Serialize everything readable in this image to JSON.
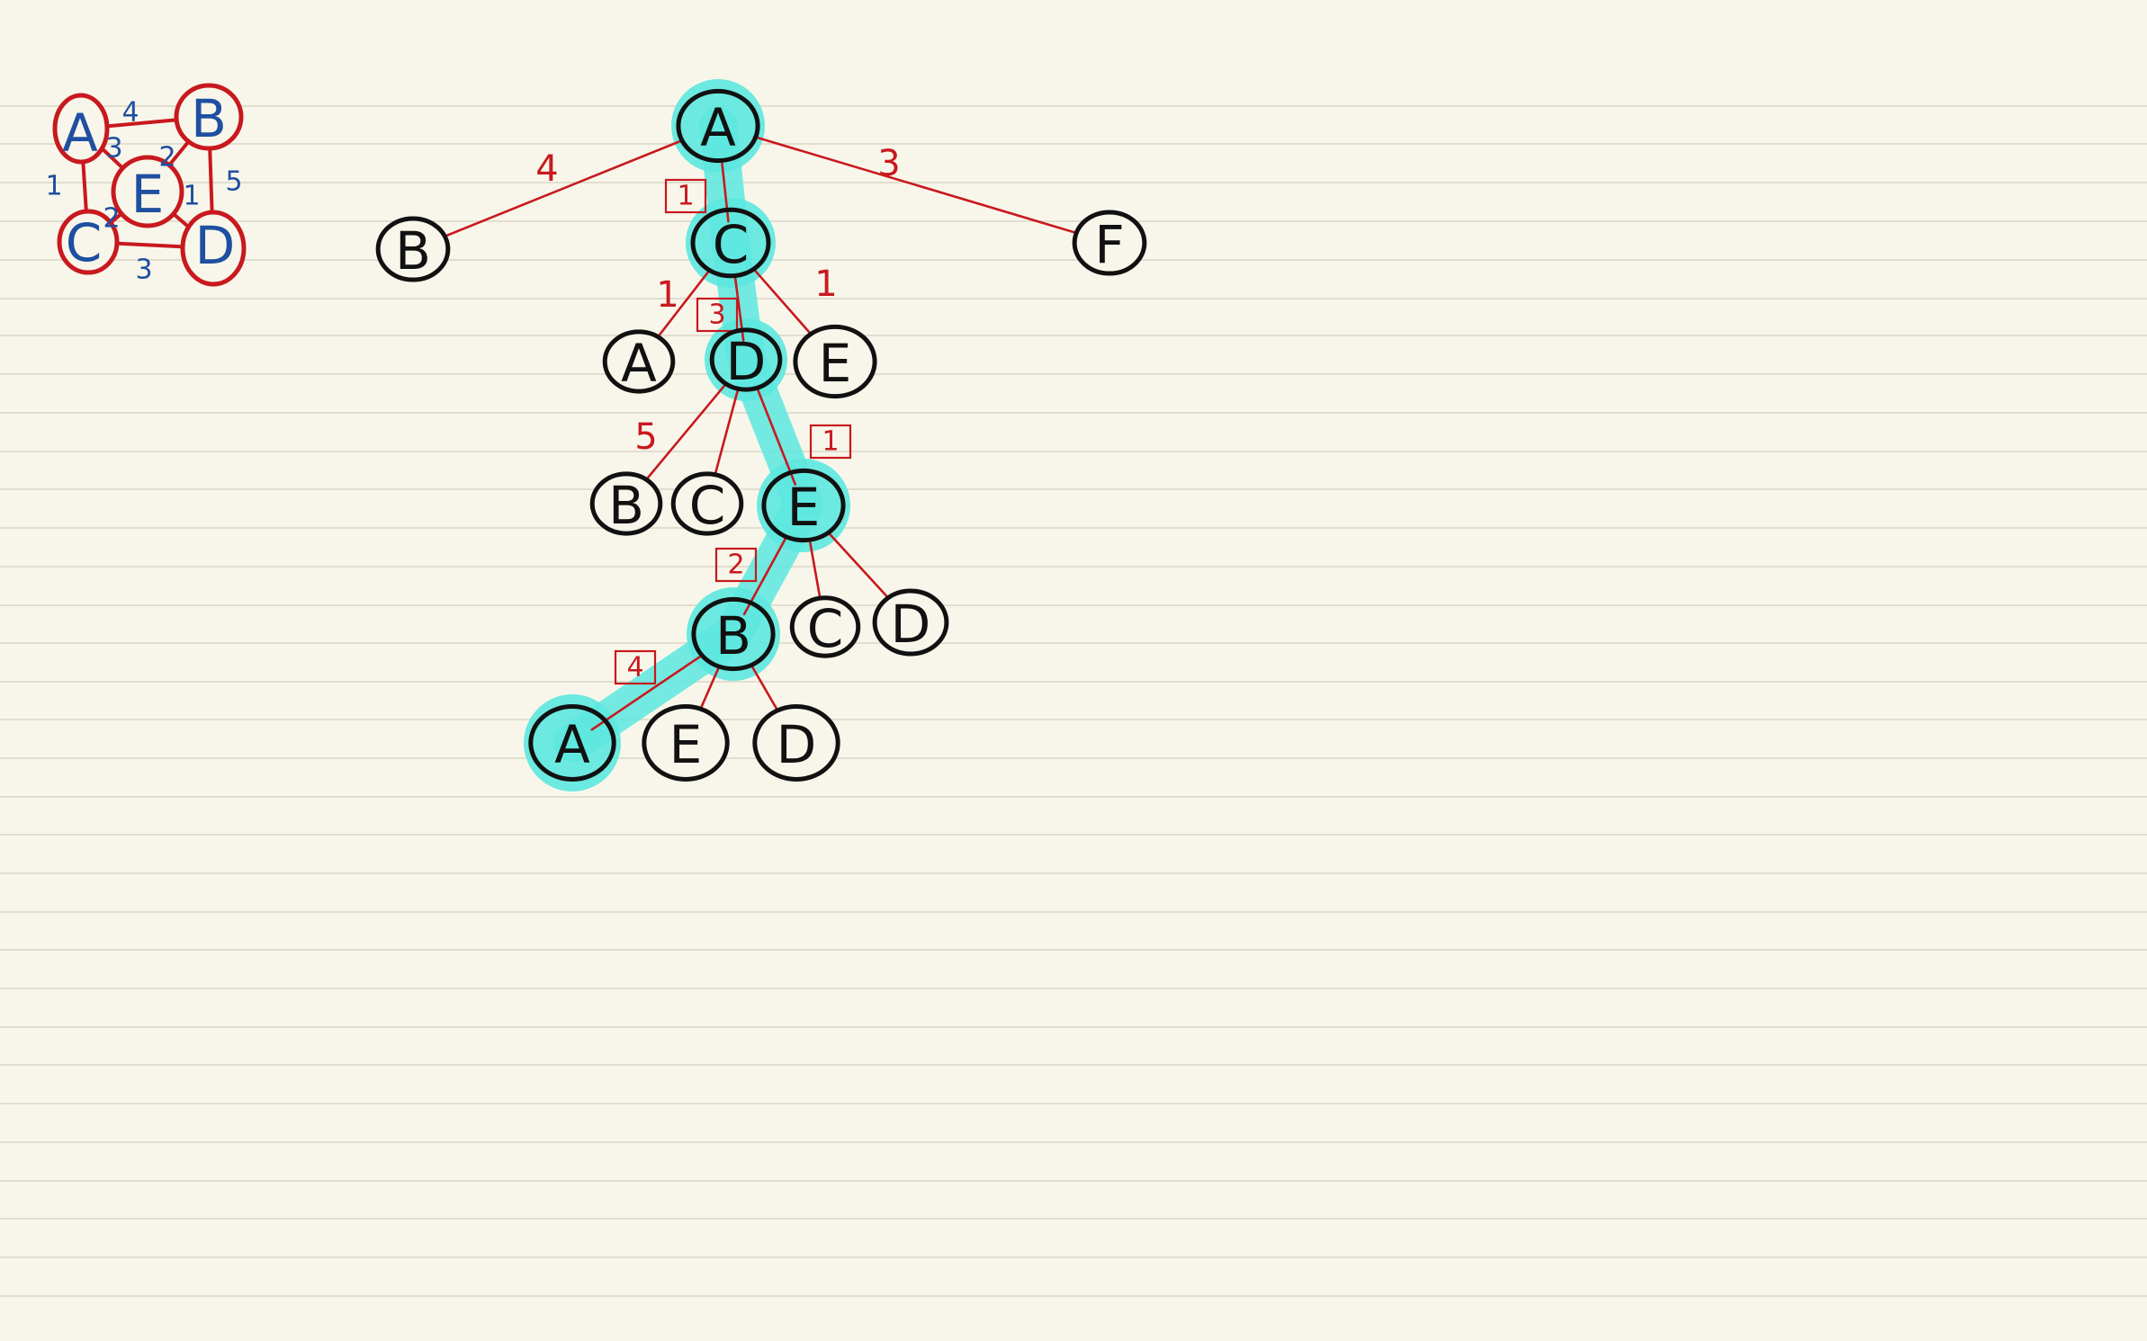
{
  "colors": {
    "paper": "#f8f6ea",
    "rule_line": "#d9d6c8",
    "graph_stroke": "#c8191e",
    "graph_text": "#1f4fa0",
    "tree_stroke": "#111111",
    "edge": "#c8191e",
    "highlight": "#5ce8df"
  },
  "graph": {
    "nodes": [
      {
        "id": "A",
        "label": "A"
      },
      {
        "id": "B",
        "label": "B"
      },
      {
        "id": "E",
        "label": "E"
      },
      {
        "id": "C",
        "label": "C"
      },
      {
        "id": "D",
        "label": "D"
      }
    ],
    "edges": [
      {
        "from": "A",
        "to": "B",
        "weight": "4"
      },
      {
        "from": "A",
        "to": "E",
        "weight": "3"
      },
      {
        "from": "A",
        "to": "C",
        "weight": "1"
      },
      {
        "from": "B",
        "to": "E",
        "weight": "2"
      },
      {
        "from": "B",
        "to": "D",
        "weight": "5"
      },
      {
        "from": "E",
        "to": "C",
        "weight": "2"
      },
      {
        "from": "E",
        "to": "D",
        "weight": "1"
      },
      {
        "from": "C",
        "to": "D",
        "weight": "3"
      }
    ]
  },
  "tree": {
    "nodes": [
      {
        "id": "n_A",
        "label": "A",
        "highlighted": true
      },
      {
        "id": "n_B1",
        "label": "B",
        "highlighted": false
      },
      {
        "id": "n_C",
        "label": "C",
        "highlighted": true
      },
      {
        "id": "n_F",
        "label": "F",
        "highlighted": false
      },
      {
        "id": "n_A2",
        "label": "A",
        "highlighted": false
      },
      {
        "id": "n_D",
        "label": "D",
        "highlighted": true
      },
      {
        "id": "n_E1",
        "label": "E",
        "highlighted": false
      },
      {
        "id": "n_B2",
        "label": "B",
        "highlighted": false
      },
      {
        "id": "n_C2",
        "label": "C",
        "highlighted": false
      },
      {
        "id": "n_E2",
        "label": "E",
        "highlighted": true
      },
      {
        "id": "n_B3",
        "label": "B",
        "highlighted": true
      },
      {
        "id": "n_C3",
        "label": "C",
        "highlighted": false
      },
      {
        "id": "n_D2",
        "label": "D",
        "highlighted": false
      },
      {
        "id": "n_A3",
        "label": "A",
        "highlighted": true
      },
      {
        "id": "n_E3",
        "label": "E",
        "highlighted": false
      },
      {
        "id": "n_D3",
        "label": "D",
        "highlighted": false
      }
    ],
    "edges": [
      {
        "from": "n_A",
        "to": "n_B1",
        "weight": "4",
        "boxed": false
      },
      {
        "from": "n_A",
        "to": "n_C",
        "weight": "1",
        "boxed": true
      },
      {
        "from": "n_A",
        "to": "n_F",
        "weight": "3",
        "boxed": false
      },
      {
        "from": "n_C",
        "to": "n_A2",
        "weight": "1",
        "boxed": false
      },
      {
        "from": "n_C",
        "to": "n_D",
        "weight": "3",
        "boxed": true
      },
      {
        "from": "n_C",
        "to": "n_E1",
        "weight": "1",
        "boxed": false
      },
      {
        "from": "n_D",
        "to": "n_B2",
        "weight": "5",
        "boxed": false
      },
      {
        "from": "n_D",
        "to": "n_C2",
        "weight": "",
        "boxed": false
      },
      {
        "from": "n_D",
        "to": "n_E2",
        "weight": "1",
        "boxed": true
      },
      {
        "from": "n_E2",
        "to": "n_B3",
        "weight": "2",
        "boxed": true
      },
      {
        "from": "n_E2",
        "to": "n_C3",
        "weight": "",
        "boxed": false
      },
      {
        "from": "n_E2",
        "to": "n_D2",
        "weight": "",
        "boxed": false
      },
      {
        "from": "n_B3",
        "to": "n_A3",
        "weight": "4",
        "boxed": true
      },
      {
        "from": "n_B3",
        "to": "n_E3",
        "weight": "",
        "boxed": false
      },
      {
        "from": "n_B3",
        "to": "n_D3",
        "weight": "",
        "boxed": false
      }
    ],
    "highlight_path": [
      "n_A",
      "n_C",
      "n_D",
      "n_E2",
      "n_B3",
      "n_A3"
    ]
  }
}
